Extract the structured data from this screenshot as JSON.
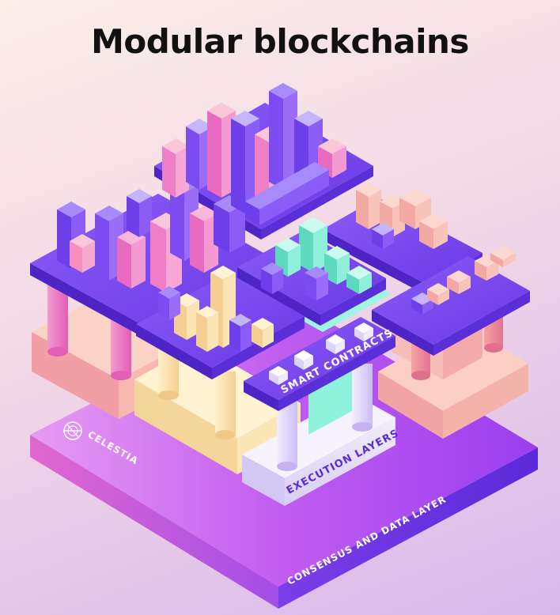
{
  "title": "Modular blockchains",
  "brand": "CELESTIA",
  "layers": {
    "smart_contracts": "SMART CONTRACTS",
    "execution": "EXECUTION LAYERS",
    "consensus": "CONSENSUS AND DATA LAYER"
  },
  "colors": {
    "purple_dark": "#5a2fd8",
    "purple_mid": "#7c4cf0",
    "pink": "#ee6fcf",
    "peach": "#f7b6a8",
    "cream": "#fbe7b0",
    "mint": "#7eefd6",
    "lavender": "#e3dcf7"
  },
  "icons": [
    "celestia-logo-icon"
  ]
}
